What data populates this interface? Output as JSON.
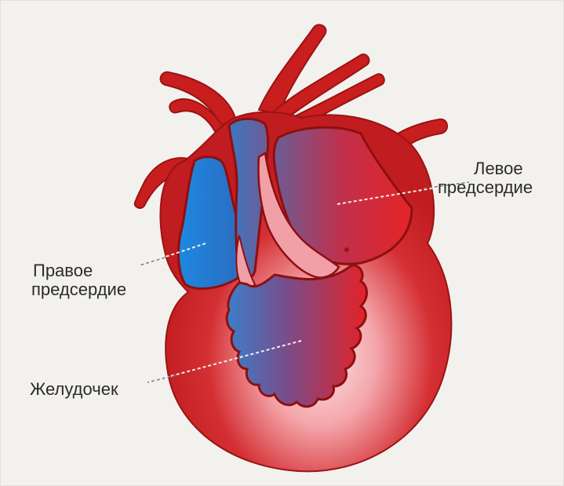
{
  "labels": {
    "left_atrium": [
      "Левое",
      "предсердие"
    ],
    "right_atrium": [
      "Правое",
      "предсердие"
    ],
    "ventricle": "Желудочек"
  },
  "colors": {
    "background": "#f3f1ee",
    "heart_red": "#c81e1e",
    "outline": "#8c1010",
    "deoxygenated_blue": "#1e78d0",
    "oxygenated_red": "#e52428",
    "septum_pink": "#f2a0a8",
    "label_text": "#2b2b2b",
    "leader_line": "#ffffff"
  }
}
